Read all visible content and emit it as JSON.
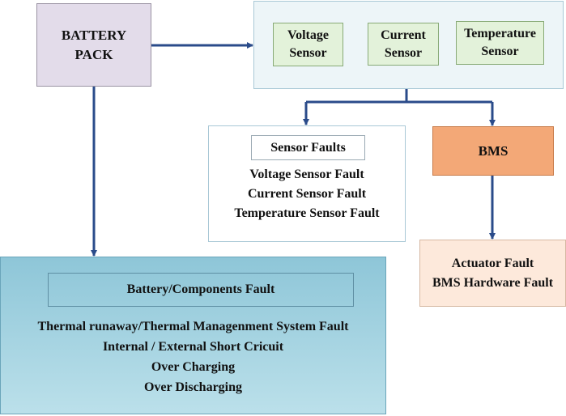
{
  "battery_pack": {
    "label_line1": "BATTERY",
    "label_line2": "PACK"
  },
  "sensors": {
    "voltage": {
      "line1": "Voltage",
      "line2": "Sensor"
    },
    "current": {
      "line1": "Current",
      "line2": "Sensor"
    },
    "temperature": {
      "line1": "Temperature",
      "line2": "Sensor"
    }
  },
  "sensor_faults": {
    "title": "Sensor Faults",
    "items": [
      "Voltage Sensor Fault",
      "Current Sensor Fault",
      "Temperature Sensor Fault"
    ]
  },
  "bms": {
    "label": "BMS",
    "faults": [
      "Actuator Fault",
      "BMS Hardware Fault"
    ]
  },
  "battery_faults": {
    "title": "Battery/Components Fault",
    "items": [
      "Thermal runaway/Thermal Managenment System Fault",
      "Internal / External Short Cricuit",
      "Over Charging",
      "Over Discharging"
    ]
  },
  "colors": {
    "arrow": "#2a4b8a",
    "battery_pack_fill": "#e3dcea",
    "sensor_fill": "#e3f2da",
    "bms_fill": "#f3a877",
    "bms_faults_fill": "#fde9db",
    "battery_faults_fill": "#8ec6d8"
  }
}
